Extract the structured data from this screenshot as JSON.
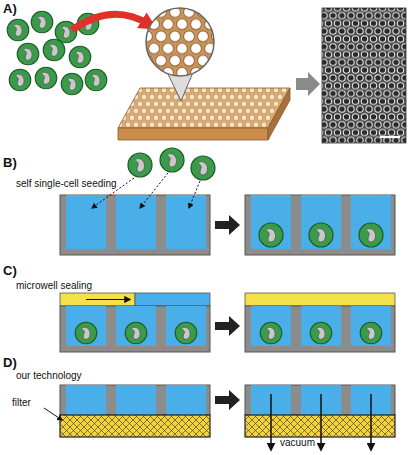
{
  "diagram": {
    "labels": [
      "A)",
      "B)",
      "self single-cell seeding",
      "C)",
      "microwell sealing",
      "D)",
      "our technology",
      "filter",
      "vacuum"
    ]
  }
}
